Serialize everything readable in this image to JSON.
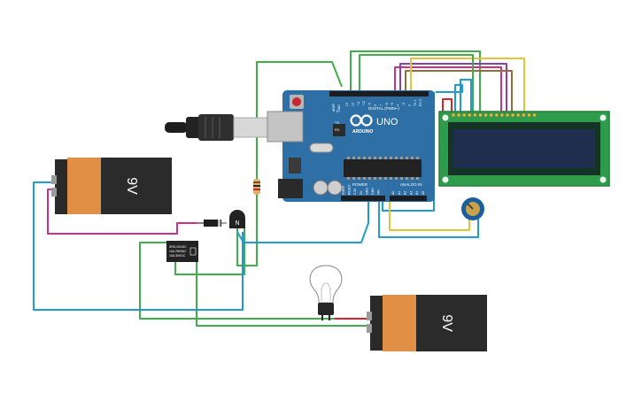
{
  "arduino": {
    "brand": "UNO",
    "sublogo": "ARDUINO",
    "digital_label": "DIGITAL (PWM~)",
    "power_label": "POWER",
    "analog_label": "ANALOG IN",
    "pin_aref": "AREF",
    "pin_gnd": "GND",
    "led_l": "L",
    "led_tx": "TX",
    "led_rx": "RX",
    "digital_pins": [
      "13",
      "12",
      "~11",
      "~10",
      "~9",
      "8",
      "7",
      "~6",
      "~5",
      "4",
      "~3",
      "2",
      "TX 1",
      "RX 0"
    ],
    "analog_pins": [
      "A0",
      "A1",
      "A2",
      "A3",
      "A4",
      "A5"
    ],
    "power_pins": [
      "IOREF",
      "RESET",
      "3.3V",
      "5V",
      "GND",
      "GND",
      "VIN"
    ]
  },
  "battery_top": {
    "label": "9V"
  },
  "battery_bottom": {
    "label": "9V"
  },
  "transistor": {
    "label": "N"
  },
  "relay": {
    "line1": "SRD-05VDC",
    "line2": "10A 250VAC",
    "line3": "10A 30VDC"
  },
  "colors": {
    "green": "#3fae49",
    "blue": "#1f9bcf",
    "magenta": "#c8308f",
    "purple": "#8a3fb0",
    "yellow": "#e2c43a",
    "brown": "#9a6a3a",
    "red": "#d8232a",
    "board": "#2e6fa5",
    "lcd_pcb": "#2f9c4c",
    "lcd_screen": "#1f2d4e",
    "battery_orange": "#e08f45",
    "battery_black": "#2b2b2b"
  }
}
